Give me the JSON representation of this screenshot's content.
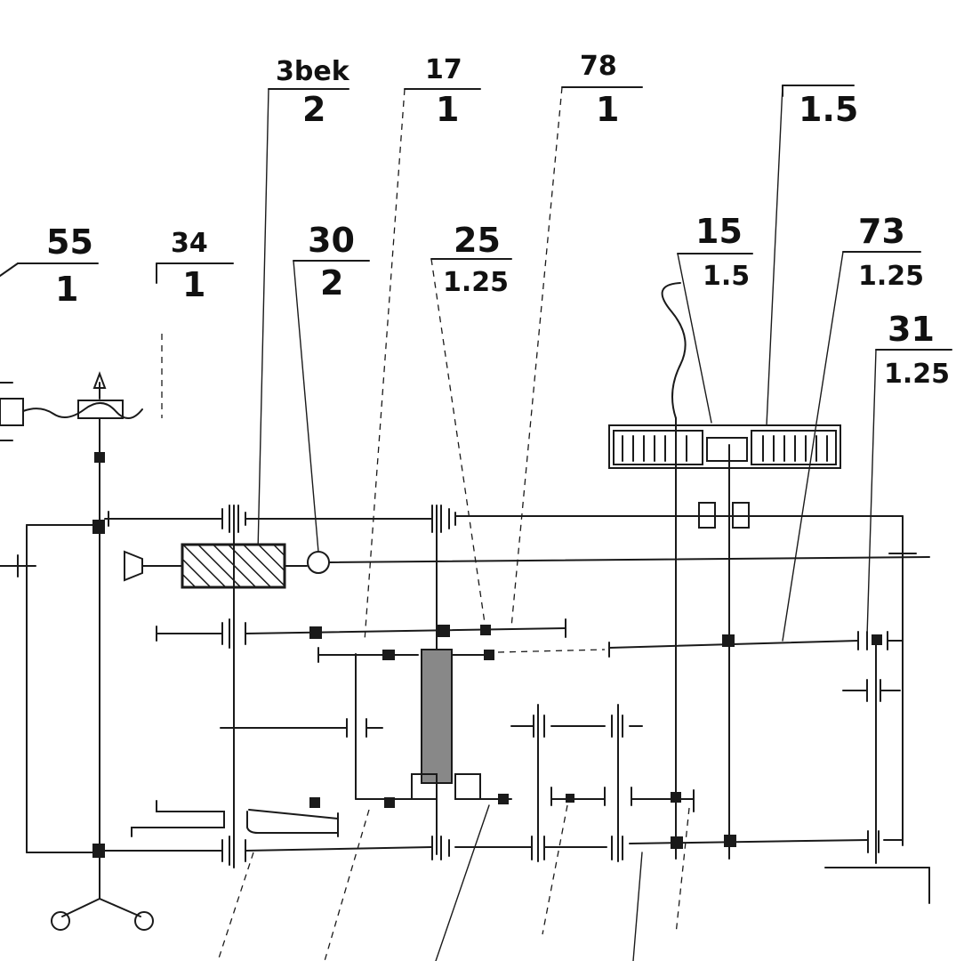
{
  "callouts": [
    {
      "id": "c55",
      "top": "55",
      "bottom": "1"
    },
    {
      "id": "c34",
      "top": "34",
      "bottom": "1"
    },
    {
      "id": "c3bek",
      "top": "3bek",
      "bottom": "2"
    },
    {
      "id": "c30",
      "top": "30",
      "bottom": "2"
    },
    {
      "id": "c17",
      "top": "17",
      "bottom": "1"
    },
    {
      "id": "c25",
      "top": "25",
      "bottom": "1.25"
    },
    {
      "id": "c78",
      "top": "78",
      "bottom": "1"
    },
    {
      "id": "c15",
      "top": "15",
      "bottom": "1.5"
    },
    {
      "id": "c1_5",
      "top": "",
      "bottom": "1.5"
    },
    {
      "id": "c73",
      "top": "73",
      "bottom": "1.25"
    },
    {
      "id": "c31",
      "top": "31",
      "bottom": "1.25"
    }
  ],
  "colors": {
    "ink": "#1a1a1a",
    "paper": "#ffffff"
  }
}
